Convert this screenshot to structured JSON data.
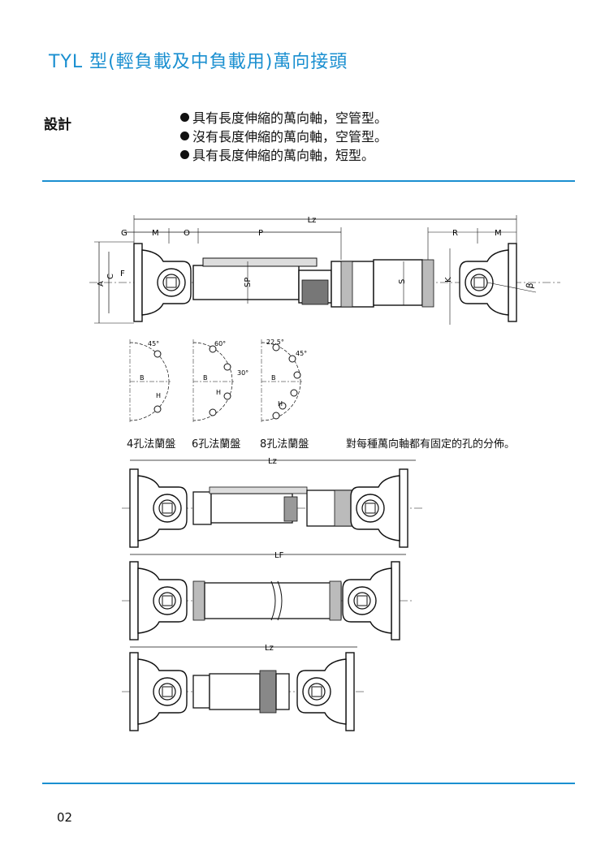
{
  "header": {
    "title": "TYL 型(輕負載及中負載用)萬向接頭"
  },
  "design": {
    "label": "設計",
    "bullets": [
      "具有長度伸縮的萬向軸，空管型。",
      "沒有長度伸縮的萬向軸，空管型。",
      "具有長度伸縮的萬向軸，短型。"
    ]
  },
  "main_drawing": {
    "dims": {
      "lz": "Lz",
      "g": "G",
      "m_left": "M",
      "o": "O",
      "p": "P",
      "r": "R",
      "m_right": "M",
      "a": "A",
      "c": "C",
      "f": "F",
      "sp": "SP",
      "s": "S",
      "k": "K",
      "beta": "β"
    }
  },
  "flanges": {
    "labels": [
      "4孔法蘭盤",
      "6孔法蘭盤",
      "8孔法蘭盤"
    ],
    "angles": [
      "45°",
      "60°",
      "30°",
      "22.5°",
      "45°"
    ],
    "b": "B",
    "h": "H"
  },
  "note": "對每種萬向軸都有固定的孔的分佈。",
  "drawings": {
    "lz_1": "Lz",
    "lf": "LF",
    "lz_2": "Lz"
  },
  "footer": {
    "page": "02"
  }
}
